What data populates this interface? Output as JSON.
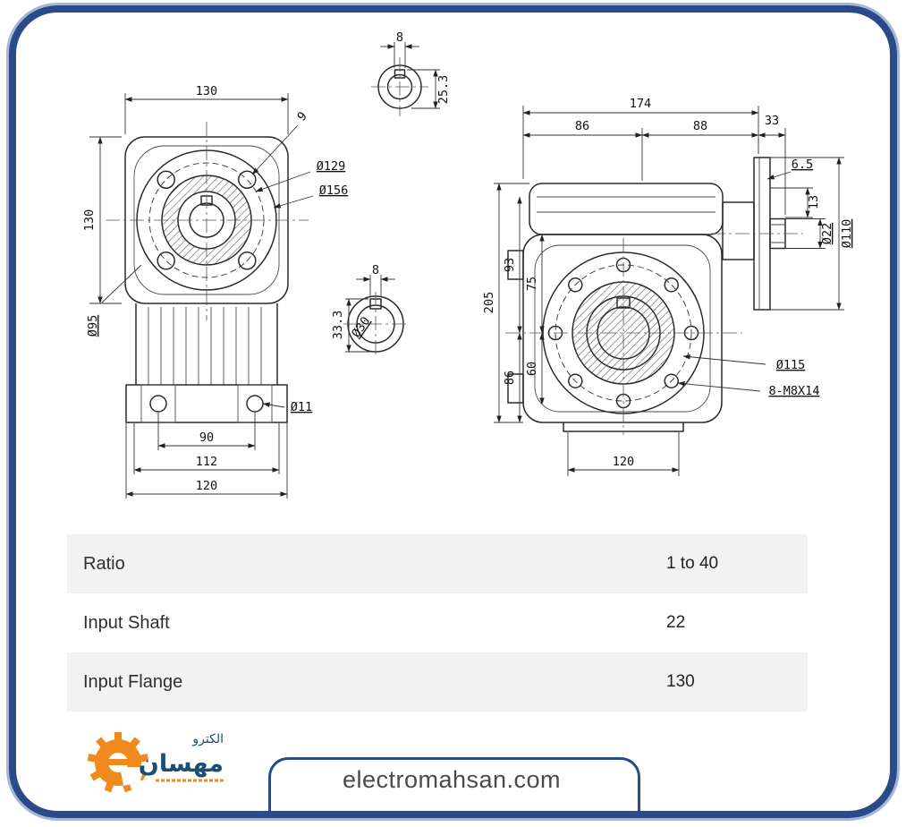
{
  "drawing": {
    "front_view": {
      "width_top": "130",
      "height_left": "130",
      "pilot_dia": "Ø95",
      "bolt_circle_dia": "Ø129",
      "flange_dia": "Ø156",
      "corner_hole_dia": "9",
      "foot_hole_dia": "Ø11",
      "foot_hole_spacing": "90",
      "foot_mid_width": "112",
      "foot_overall_width": "120"
    },
    "input_shaft_section": {
      "key_width": "8",
      "key_height": "25.3"
    },
    "output_bore_section": {
      "key_width": "8",
      "key_height": "33.3",
      "bore_dia": "Ø30"
    },
    "side_view": {
      "overall_width": "174",
      "body_width": "86",
      "input_side_width": "88",
      "flange_extension": "33",
      "plate_thickness": "6.5",
      "pilot_length": "13",
      "input_shaft_dia": "Ø22",
      "input_flange_dia": "Ø110",
      "height_93": "93",
      "height_75": "75",
      "overall_height": "205",
      "height_60": "60",
      "height_86": "86",
      "output_spigot_dia": "Ø115",
      "bolt_pattern": "8-M8X14",
      "base_width": "120"
    }
  },
  "table": {
    "rows": [
      {
        "label": "Ratio",
        "value": "1 to 40"
      },
      {
        "label": "Input Shaft",
        "value": "22"
      },
      {
        "label": "Input Flange",
        "value": "130"
      }
    ]
  },
  "footer": {
    "website": "electromahsan.com",
    "logo_brand_top": "الکترو",
    "logo_brand_main": "مهسان"
  },
  "colors": {
    "frame_dark": "#2b4a8a",
    "frame_light": "#a6b7d6",
    "row_alt": "#f2f2f2",
    "logo_orange": "#f18a1d",
    "logo_blue": "#1b4e73"
  }
}
